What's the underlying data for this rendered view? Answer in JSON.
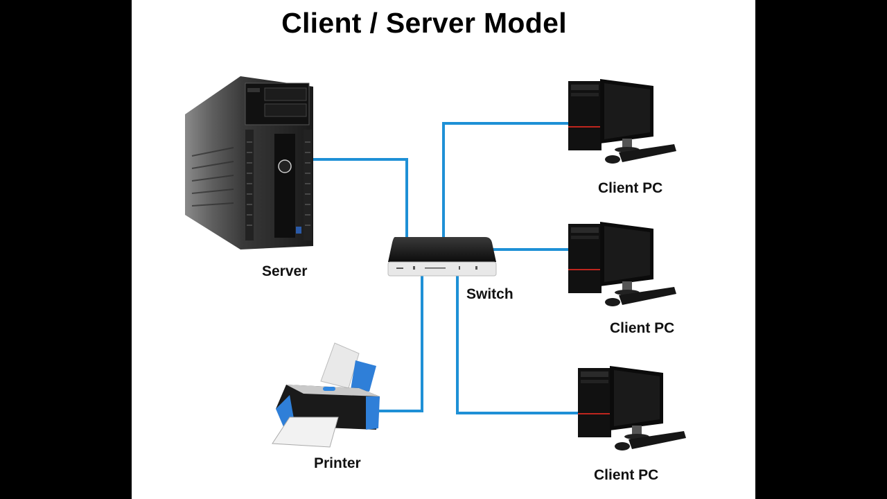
{
  "title": "Client / Server Model",
  "colors": {
    "wire": "#1e90d6",
    "background": "#ffffff",
    "frame": "#000000",
    "pc_accent": "#c0261e",
    "printer_accent": "#1f78d8"
  },
  "nodes": {
    "server": {
      "label": "Server",
      "icon": "tower-server-icon"
    },
    "switch": {
      "label": "Switch",
      "icon": "network-switch-icon"
    },
    "printer": {
      "label": "Printer",
      "icon": "printer-icon"
    },
    "clients": [
      {
        "label": "Client PC",
        "icon": "desktop-pc-icon"
      },
      {
        "label": "Client PC",
        "icon": "desktop-pc-icon"
      },
      {
        "label": "Client PC",
        "icon": "desktop-pc-icon"
      }
    ]
  },
  "connections": [
    {
      "from": "server",
      "to": "switch"
    },
    {
      "from": "switch",
      "to": "client-1"
    },
    {
      "from": "switch",
      "to": "client-2"
    },
    {
      "from": "switch",
      "to": "printer"
    },
    {
      "from": "switch",
      "to": "client-3"
    }
  ]
}
